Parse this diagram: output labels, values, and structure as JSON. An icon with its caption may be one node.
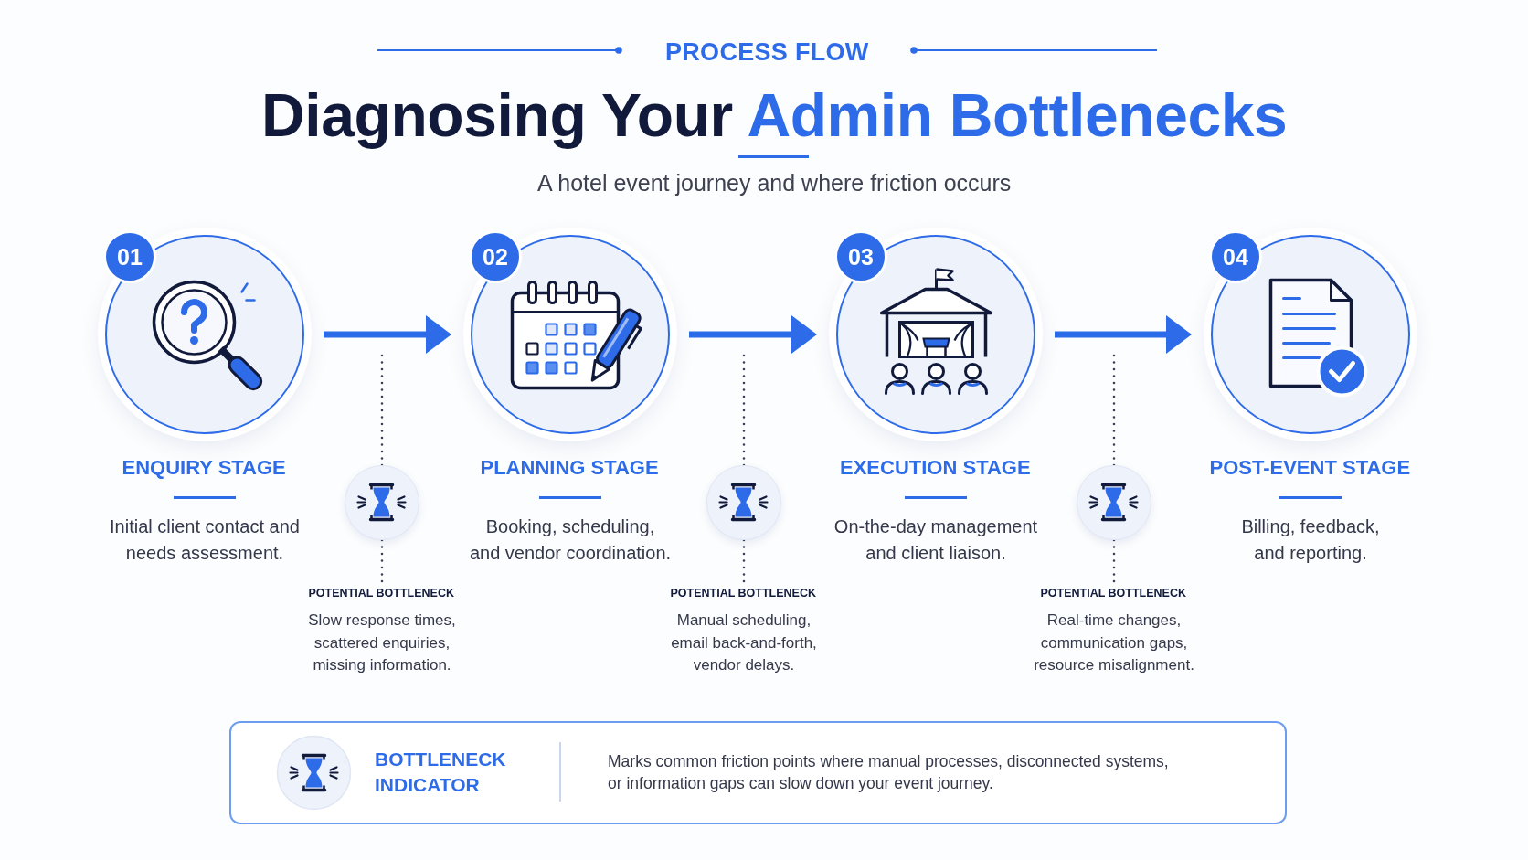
{
  "diagram": {
    "title": "Diagnosing Your **Admin Bottlenecks**",
    "nodes": [
      {
        "text": [
          "01",
          "ENQUIRY STAGE",
          "Initial client contact and needs assessment."
        ]
      },
      {
        "text": [
          "02",
          "PLANNING STAGE",
          "Booking, scheduling, and vendor coordination."
        ]
      },
      {
        "text": [
          "03",
          "EXECUTION STAGE",
          "On-the-day management and client liaison."
        ]
      },
      {
        "text": [
          "04",
          "POST-EVENT STAGE",
          "Billing, feedback, and reporting."
        ]
      },
      {
        "text": [],
        "shape": "circle"
      },
      {
        "text": [
          "POTENTIAL BOTTLENECK",
          "Slow response times, scattered enquiries, missing information."
        ]
      },
      {
        "text": [],
        "shape": "circle"
      },
      {
        "text": [
          "POTENTIAL BOTTLENECK",
          "Manual scheduling, email back-and-forth, vendor delays."
        ]
      },
      {
        "text": [],
        "shape": "circle"
      },
      {
        "text": [
          "POTENTIAL BOTTLENECK",
          "Real-time changes, communication gaps, resource misalignment."
        ]
      },
      {
        "text": [
          "BOTTLENECK INDICATOR",
          "Marks common friction points where manual processes, disconnected systems, or information gaps can slow down your event journey."
        ]
      }
    ],
    "edges": [
      {
        "from": 0,
        "to": 1,
        "arrow": "to",
        "style": "thick",
        "color": "#2d6be8"
      },
      {
        "from": 1,
        "to": 2,
        "arrow": "to",
        "style": "thick",
        "color": "#2d6be8"
      },
      {
        "from": 2,
        "to": 3,
        "arrow": "to",
        "style": "thick",
        "color": "#2d6be8"
      },
      {
        "from": 4,
        "to": null,
        "arrow": "none",
        "style": "dashed"
      },
      {
        "from": 4,
        "to": 5,
        "arrow": "none",
        "style": "dashed"
      },
      {
        "from": 6,
        "to": null,
        "arrow": "none",
        "style": "dashed"
      },
      {
        "from": 6,
        "to": 7,
        "arrow": "none",
        "style": "dashed"
      },
      {
        "from": 8,
        "to": null,
        "arrow": "none",
        "style": "dashed"
      },
      {
        "from": 8,
        "to": 9,
        "arrow": "none",
        "style": "dashed"
      }
    ],
    "labels": [
      "PROCESS FLOW",
      "A hotel event journey and where friction occurs"
    ]
  }
}
